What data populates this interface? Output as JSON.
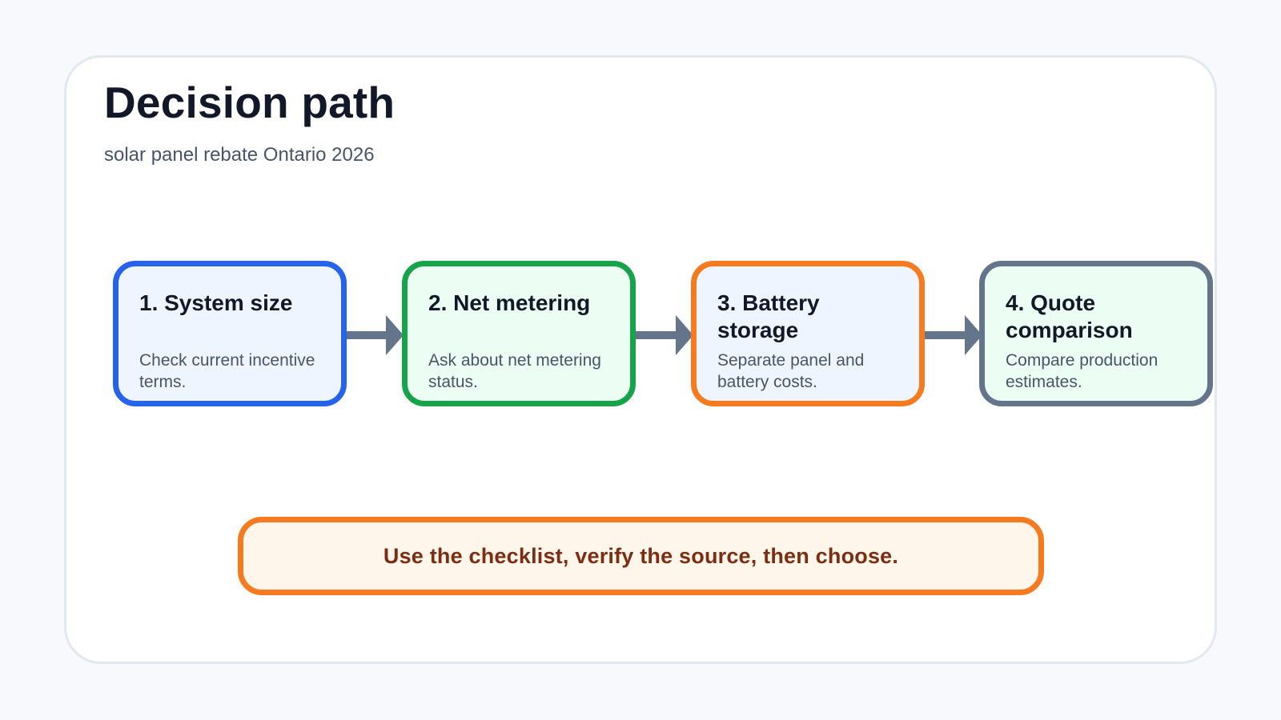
{
  "header": {
    "title": "Decision path",
    "subtitle": "solar panel rebate Ontario 2026"
  },
  "steps": [
    {
      "title": "1. System size",
      "description": "Check current incentive terms.",
      "border_color": "#2563eb",
      "fill_color": "#eef5ff"
    },
    {
      "title": "2. Net metering",
      "description": "Ask about net metering status.",
      "border_color": "#16a34a",
      "fill_color": "#ecfdf3"
    },
    {
      "title": "3. Battery storage",
      "description": "Separate panel and battery costs.",
      "border_color": "#f57a20",
      "fill_color": "#eef5ff"
    },
    {
      "title": "4. Quote comparison",
      "description": "Compare production estimates.",
      "border_color": "#64748b",
      "fill_color": "#ecfdf3"
    }
  ],
  "connector_color": "#64748b",
  "note": {
    "text": "Use the checklist, verify the source, then choose."
  }
}
